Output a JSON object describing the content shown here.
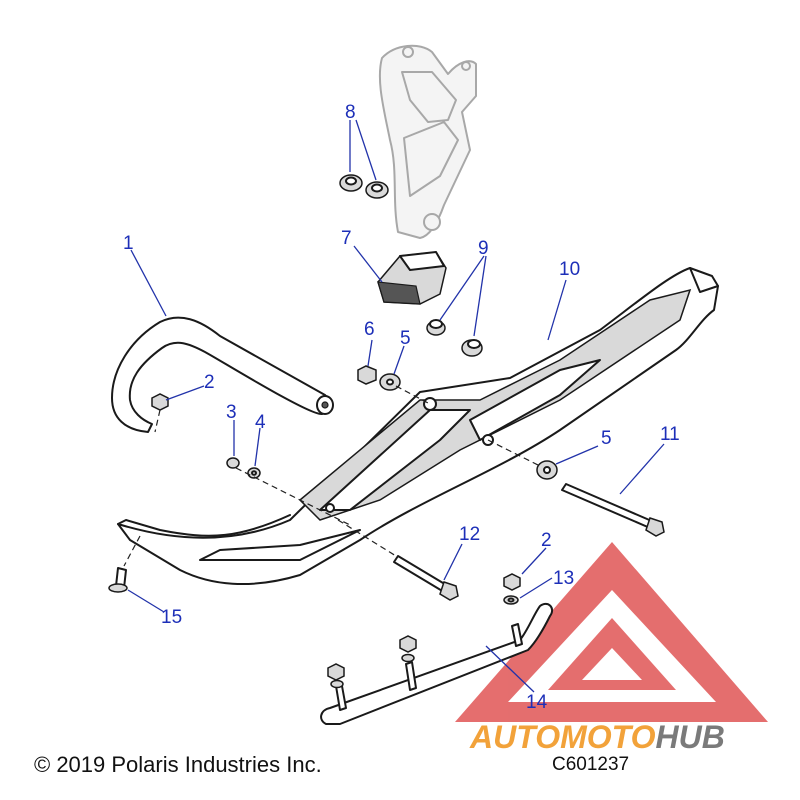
{
  "callouts": {
    "c1": "1",
    "c2a": "2",
    "c2b": "2",
    "c3": "3",
    "c4": "4",
    "c5a": "5",
    "c5b": "5",
    "c6": "6",
    "c7": "7",
    "c8": "8",
    "c9": "9",
    "c10": "10",
    "c11": "11",
    "c12": "12",
    "c13": "13",
    "c14": "14",
    "c15": "15"
  },
  "footer": {
    "copyright": "© 2019 Polaris Industries Inc.",
    "figure_id": "C601237"
  },
  "watermark": {
    "part1": "AUTO",
    "part2": "MOTO",
    "part3": "HUB",
    "colors": {
      "triangle": "#e05555",
      "auto_moto": "#f2a23a",
      "hub": "#7a7a7a"
    }
  },
  "colors": {
    "callout_text": "#1d2fb8",
    "leader_line": "#2233aa"
  }
}
